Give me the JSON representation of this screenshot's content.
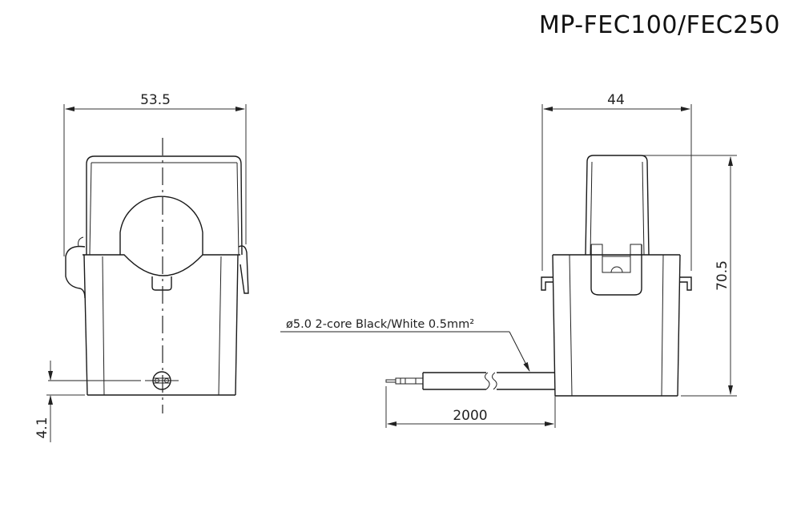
{
  "title": "MP-FEC100/FEC250",
  "front_view": {
    "width_label": "53.5",
    "offset_label": "4.1"
  },
  "side_view": {
    "width_label": "44",
    "height_label": "70.5",
    "cable_label": "ø5.0 2-core Black/White 0.5mm²",
    "cable_length_label": "2000"
  },
  "colors": {
    "line": "#1a1a1a",
    "background": "#ffffff"
  }
}
